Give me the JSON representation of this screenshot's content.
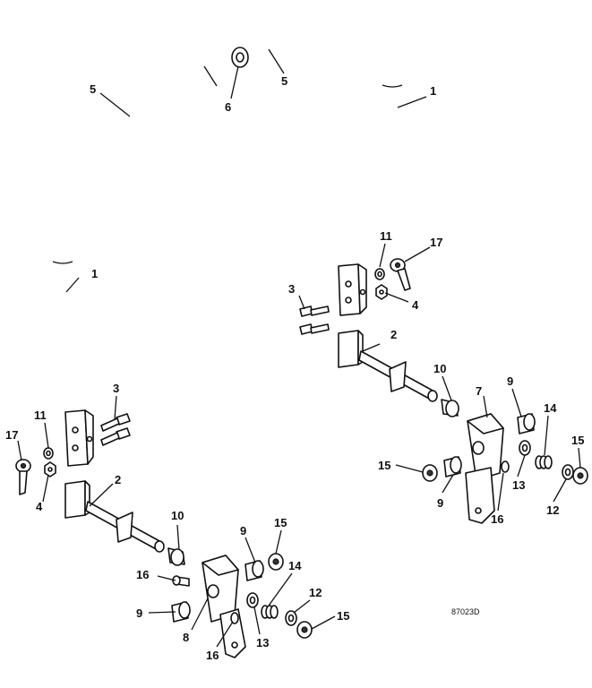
{
  "callouts": {
    "c1a": "1",
    "c1b": "1",
    "c2a": "2",
    "c2b": "2",
    "c3a": "3",
    "c3b": "3",
    "c4a": "4",
    "c4b": "4",
    "c5a": "5",
    "c5b": "5",
    "c6": "6",
    "c7": "7",
    "c8": "8",
    "c9a": "9",
    "c9b": "9",
    "c9c": "9",
    "c9d": "9",
    "c10a": "10",
    "c10b": "10",
    "c11a": "11",
    "c11b": "11",
    "c12a": "12",
    "c12b": "12",
    "c13a": "13",
    "c13b": "13",
    "c14a": "14",
    "c14b": "14",
    "c15a": "15",
    "c15b": "15",
    "c15c": "15",
    "c15d": "15",
    "c16a": "16",
    "c16b": "16",
    "c16c": "16",
    "c17a": "17",
    "c17b": "17"
  },
  "figure_code": "87023D"
}
